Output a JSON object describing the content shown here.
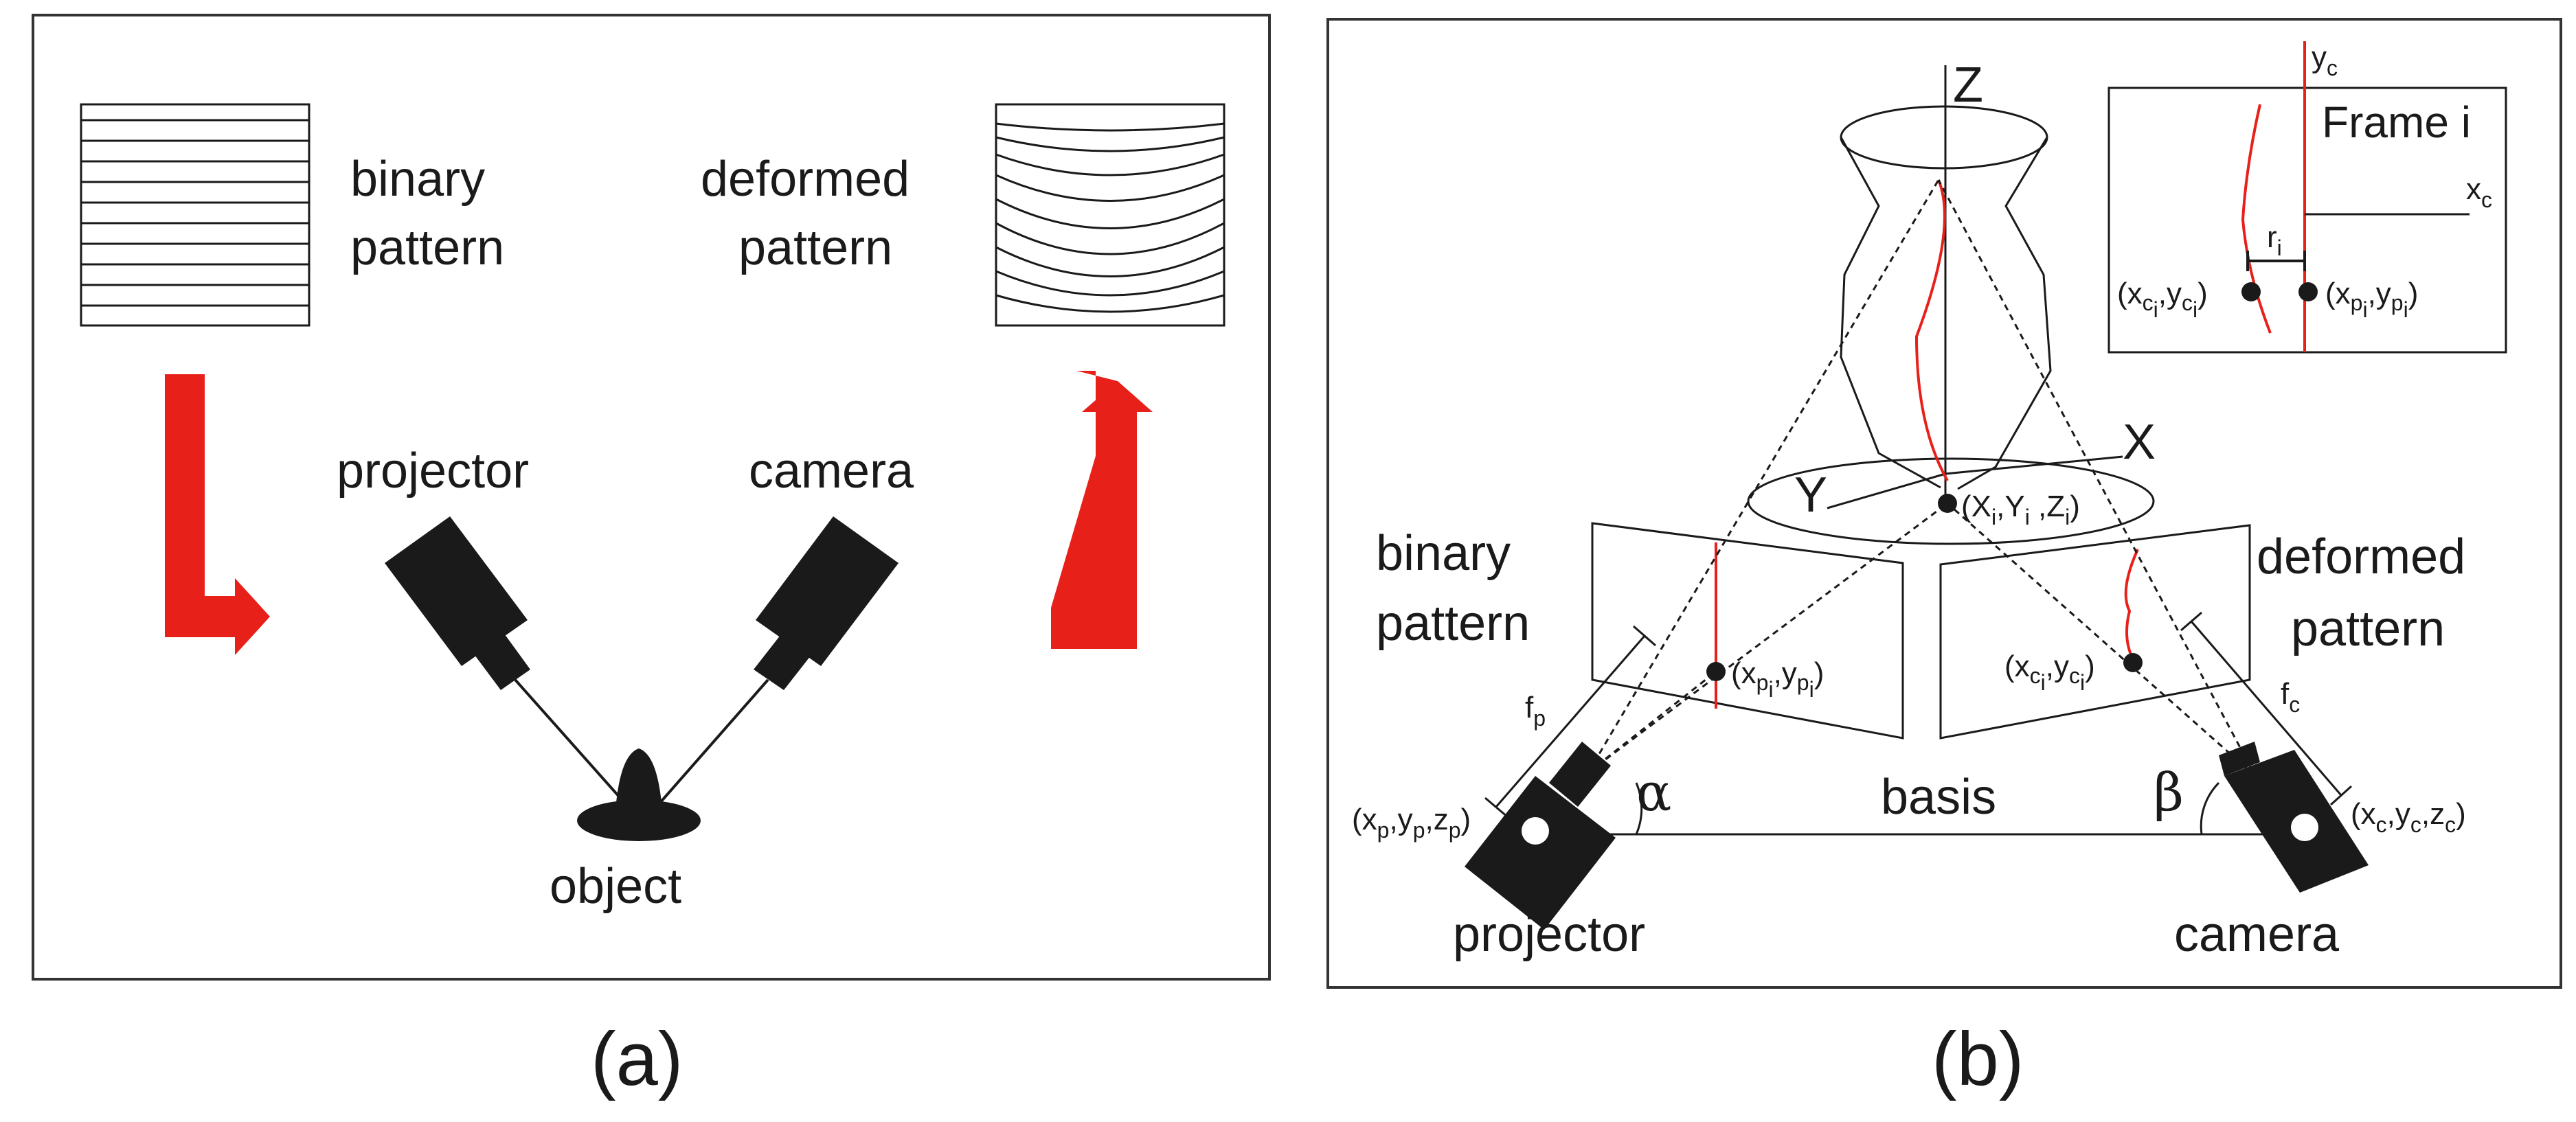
{
  "panel_a": {
    "caption": "(a)",
    "binary_pattern": [
      "binary",
      "pattern"
    ],
    "deformed_pattern": [
      "deformed",
      "pattern"
    ],
    "projector": "projector",
    "camera": "camera",
    "object": "object"
  },
  "panel_b": {
    "caption": "(b)",
    "axis_z": "Z",
    "axis_x": "X",
    "axis_y": "Y",
    "point_object": "(X_i,Y_i,Z_i)",
    "binary_pattern": [
      "binary",
      "pattern"
    ],
    "deformed_pattern": [
      "deformed",
      "pattern"
    ],
    "point_projector_plane": "(x_pi,y_pi)",
    "point_camera_plane": "(x_ci,y_ci)",
    "focal_projector": "f_p",
    "focal_camera": "f_c",
    "projector_coords": "(x_p,y_p,z_p)",
    "camera_coords": "(x_c,y_c,z_c)",
    "alpha": "α",
    "beta": "β",
    "basis": "basis",
    "projector": "projector",
    "camera": "camera",
    "inset": {
      "title": "Frame i",
      "axis_xc": "x_c",
      "axis_yc": "y_c",
      "distance": "r_i",
      "point_c": "(x_ci,y_ci)",
      "point_p": "(x_pi,y_pi)"
    }
  },
  "colors": {
    "accent": "#e8201a",
    "ink": "#1a1a1a",
    "frame": "#333333"
  }
}
